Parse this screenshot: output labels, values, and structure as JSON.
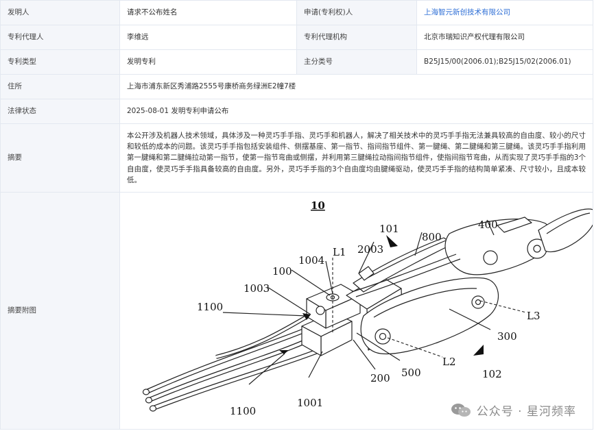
{
  "rows": {
    "inventor": {
      "label": "发明人",
      "value": "请求不公布姓名"
    },
    "applicant": {
      "label": "申请(专利权)人",
      "value": "上海智元新创技术有限公司"
    },
    "agent": {
      "label": "专利代理人",
      "value": "李维远"
    },
    "agency": {
      "label": "专利代理机构",
      "value": "北京市瑞知识产权代理有限公司"
    },
    "type": {
      "label": "专利类型",
      "value": "发明专利"
    },
    "ipc": {
      "label": "主分类号",
      "value": "B25J15/00(2006.01);B25J15/02(2006.01)"
    },
    "address": {
      "label": "住所",
      "value": "上海市浦东新区秀浦路2555号康桥商务绿洲E2幢7楼"
    },
    "legal": {
      "label": "法律状态",
      "value": "2025-08-01 发明专利申请公布"
    },
    "abstract": {
      "label": "摘要",
      "value": "本公开涉及机器人技术领域，具体涉及一种灵巧手手指、灵巧手和机器人，解决了相关技术中的灵巧手手指无法兼具较高的自由度、较小的尺寸和较低的成本的问题。该灵巧手手指包括安装组件、侧摆基座、第一指节、指间指节组件、第一腱绳、第二腱绳和第三腱绳。该灵巧手手指利用第一腱绳和第二腱绳拉动第一指节，使第一指节弯曲或侧摆，并利用第三腱绳拉动指间指节组件，使指间指节弯曲，从而实现了灵巧手手指的3个自由度，使灵巧手手指具备较高的自由度。另外，灵巧手手指的3个自由度均由腱绳驱动，使灵巧手手指的结构简单紧凑、尺寸较小，且成本较低。"
    },
    "figure": {
      "label": "摘要附图"
    }
  },
  "figure": {
    "title": "10",
    "labels": {
      "l101": "101",
      "l800": "800",
      "l400": "400",
      "l2003": "2003",
      "l1004": "1004",
      "lL1": "L1",
      "l100": "100",
      "l1003": "1003",
      "l1100a": "1100",
      "lL3": "L3",
      "l300": "300",
      "lL2": "L2",
      "l102": "102",
      "l500": "500",
      "l200": "200",
      "l1001": "1001",
      "l1100b": "1100"
    }
  },
  "watermark": {
    "text": "公众号 · 星河频率",
    "icon": "wechat-icon"
  }
}
